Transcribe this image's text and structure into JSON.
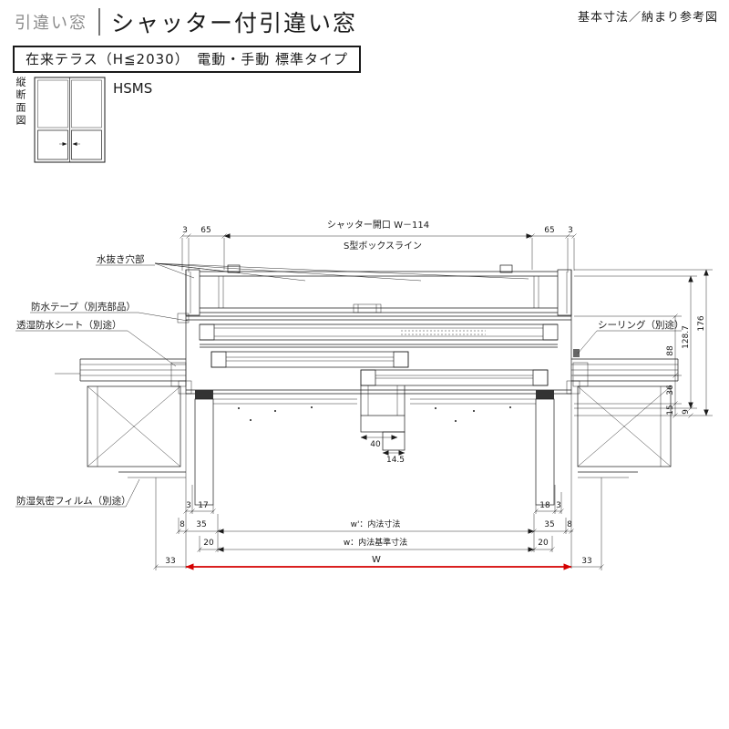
{
  "colors": {
    "line": "#1a1a1a",
    "accent_red": "#d40000",
    "category_gray": "#8a8a8a"
  },
  "header": {
    "category": "引違い窓",
    "title": "シャッター付引違い窓",
    "corner_note": "基本寸法／納まり参考図",
    "spec": "在来テラス（H≦2030）　電動・手動 標準タイプ"
  },
  "thumbnail": {
    "view_label": "縦断面図",
    "code": "HSMS"
  },
  "drawing": {
    "labels": {
      "drain_holes": "水抜き穴部",
      "waterproof_tape": "防水テープ（別売部品）",
      "breathable_sheet": "透湿防水シート（別途）",
      "sealing": "シーリング（別途）",
      "vapor_film": "防湿気密フィルム（別途）",
      "shutter_opening": "シャッター開口 W－114",
      "box_line": "S型ボックスライン"
    },
    "dims": {
      "top_gap_left": "3",
      "top_frame_left": "65",
      "top_frame_right": "65",
      "top_gap_right": "3",
      "total_height": "176",
      "mid_height": "128.7",
      "box_height": "88",
      "sill_height": "36",
      "sill_15": "15",
      "sill_9": "9",
      "center_width": "40",
      "center_depth": "14.5",
      "bottom_left_3": "3",
      "bottom_left_17": "17",
      "bottom_right_18": "18",
      "bottom_right_3": "3",
      "bottom_left_8": "8",
      "bottom_left_35": "35",
      "bottom_right_35": "35",
      "bottom_right_8": "8",
      "bottom_left_20": "20",
      "bottom_right_20": "20",
      "bottom_left_33": "33",
      "bottom_right_33": "33",
      "inner_width_label": "w'：内法寸法",
      "base_width_label": "w：内法基準寸法",
      "overall_width_label": "W"
    }
  }
}
